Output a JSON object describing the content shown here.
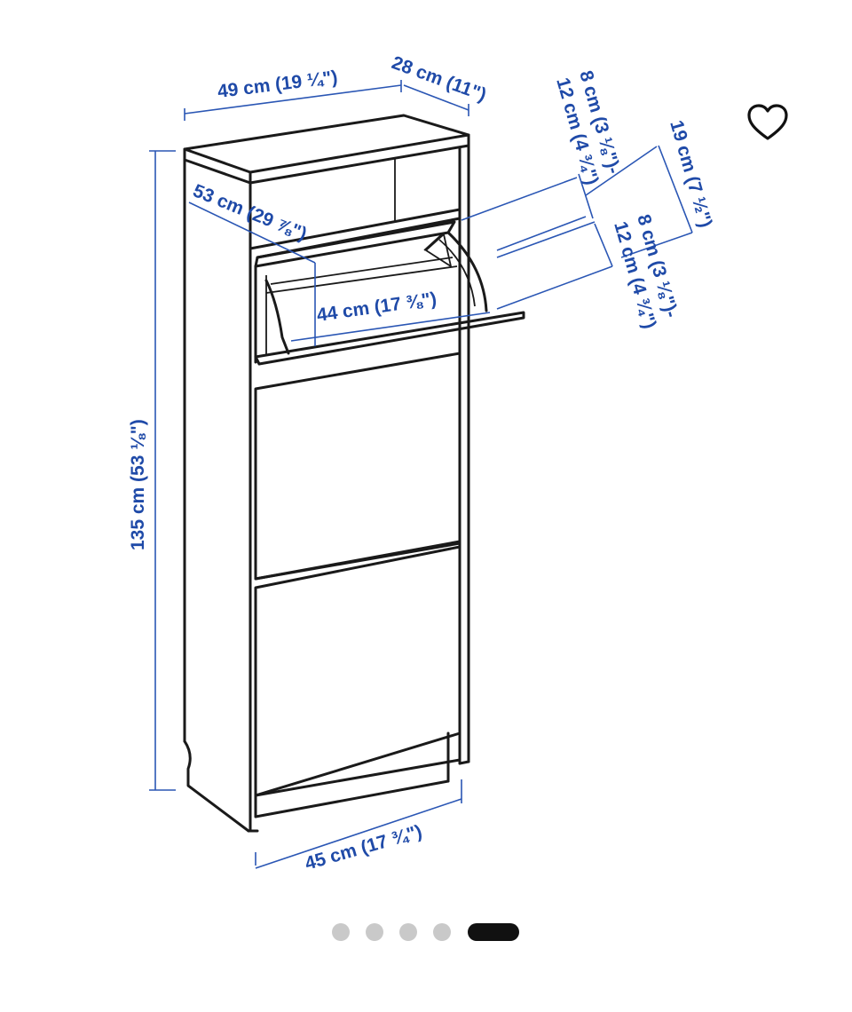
{
  "product_image": {
    "alt": "",
    "dimensions": {
      "top_width": "49 cm (19 ¼\")",
      "top_depth": "28 cm (11\")",
      "slot_range_a": "8 cm (3 ⅛\")-",
      "slot_range_a2": "12 cm (4 ¾\")",
      "slot_depth": "19 cm (7 ½\")",
      "slot_range_b": "8 cm (3 ⅛\")-",
      "slot_range_b2": "12 cm (4 ¾\")",
      "diagonal_depth": "53 cm (29 ⅞\")",
      "inner_width": "44 cm (17 ⅜\")",
      "height": "135 cm (53 ⅛\")",
      "bottom_width": "45 cm (17 ¾\")"
    }
  },
  "favorite": {
    "icon": "heart-outline-icon"
  },
  "carousel": {
    "total": 5,
    "active_index": 4
  },
  "colors": {
    "dimension": "#1f4aa8",
    "ink": "#1a1a1a",
    "dot_inactive": "#c9c9c9",
    "dot_active": "#111111"
  }
}
